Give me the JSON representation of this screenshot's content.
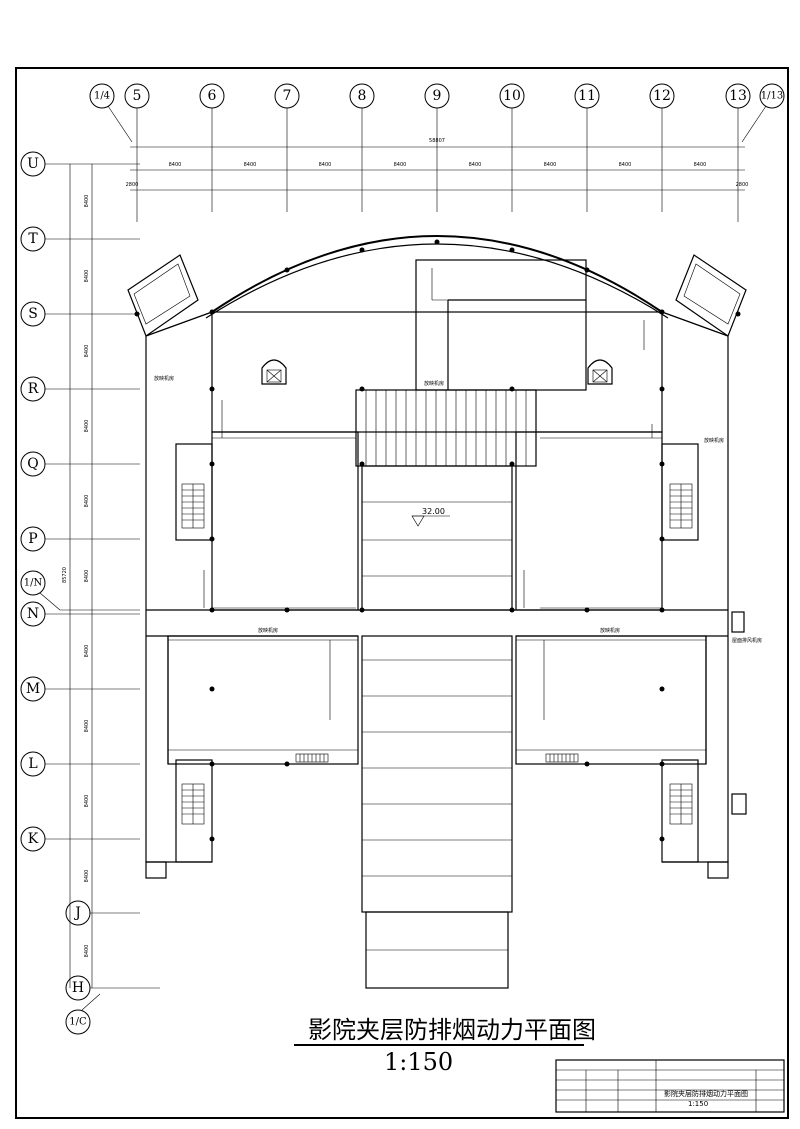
{
  "drawing": {
    "title": "影院夹层防排烟动力平面图",
    "scale": "1:150",
    "title_block_text": "影院夹层防排烟动力平面图",
    "title_block_scale": "1:150",
    "elevation_mark": "32.00"
  },
  "grid_top": [
    "1/4",
    "5",
    "6",
    "7",
    "8",
    "9",
    "10",
    "11",
    "12",
    "13",
    "1/13"
  ],
  "grid_left": [
    "U",
    "T",
    "S",
    "R",
    "Q",
    "P",
    "1/N",
    "N",
    "M",
    "L",
    "K",
    "J",
    "H",
    "1/C"
  ],
  "dims_top": {
    "total": "58807",
    "spans": [
      "8400",
      "8400",
      "8400",
      "8400",
      "8400",
      "8400",
      "8400",
      "8400"
    ],
    "edge_left": "2800",
    "edge_right": "2800"
  },
  "dims_left": {
    "total": "85720",
    "spans": [
      "8400",
      "8400",
      "8400",
      "8400",
      "8400",
      "8400",
      "8400",
      "8400",
      "8400",
      "8400",
      "8400"
    ]
  },
  "rooms": {
    "upper_left": "放映机房",
    "upper_right": "放映机房",
    "center_top": "放映机房",
    "mid_left": "放映机房",
    "mid_right": "放映机房",
    "side_right": "屋面排风机房"
  }
}
